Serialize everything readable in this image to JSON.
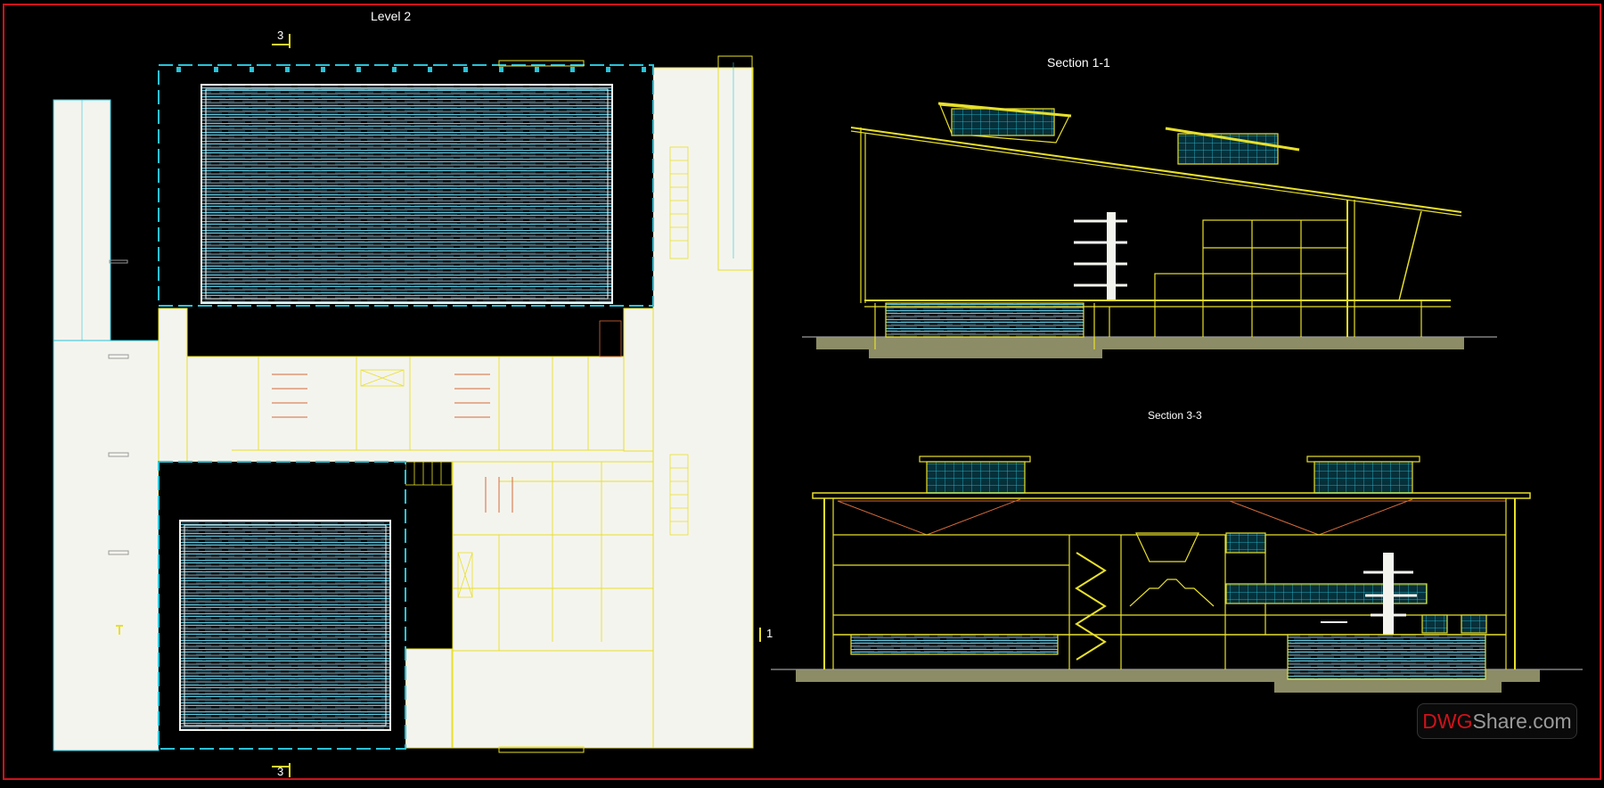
{
  "drawing": {
    "titles": {
      "plan": "Level 2",
      "section_1": "Section 1-1",
      "section_3": "Section 3-3"
    },
    "section_marks": {
      "top": "3",
      "bottom": "3",
      "right": "1"
    },
    "watermark": {
      "part1": "DWG",
      "part2": "Share.com"
    },
    "colors": {
      "background": "#000000",
      "frame": "#d0121a",
      "line_yellow": "#e8e02a",
      "line_cyan": "#29c3d8",
      "ground": "#8c8c66",
      "white_fill": "#f4f4ee"
    }
  }
}
